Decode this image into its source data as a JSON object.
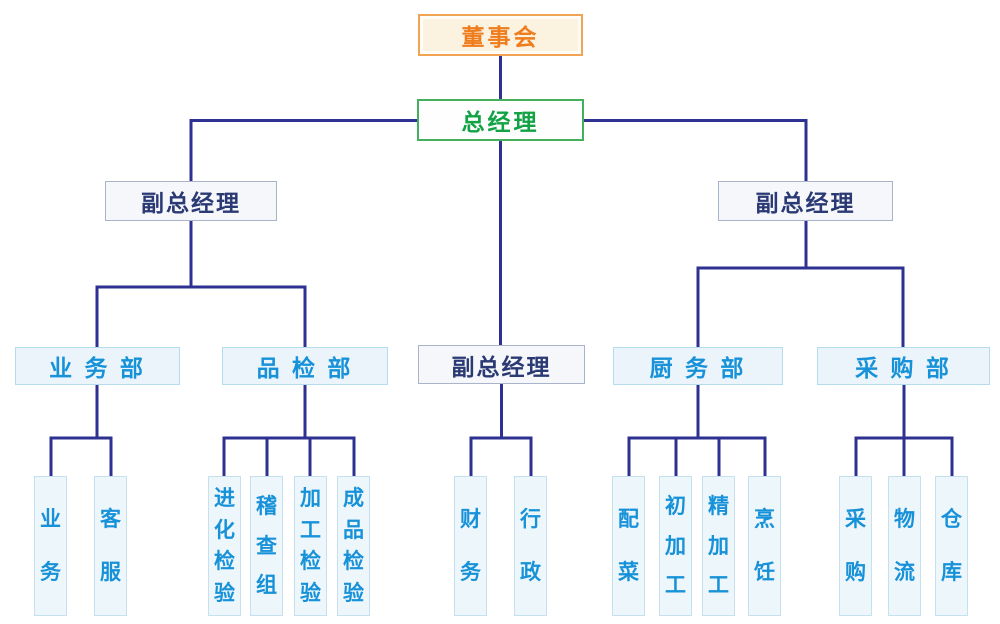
{
  "nodes": {
    "board": {
      "label": "董事会"
    },
    "gm": {
      "label": "总经理"
    },
    "dgm_left": {
      "label": "副总经理"
    },
    "dgm_mid": {
      "label": "副总经理"
    },
    "dgm_right": {
      "label": "副总经理"
    },
    "dept_biz": {
      "label": "业 务 部"
    },
    "dept_qc": {
      "label": "品 检 部"
    },
    "dept_kitchen": {
      "label": "厨 务 部"
    },
    "dept_purch": {
      "label": "采 购 部"
    },
    "leaves": [
      {
        "label": "业务"
      },
      {
        "label": "客服"
      },
      {
        "label": "进化检验"
      },
      {
        "label": "稽查组"
      },
      {
        "label": "加工检验"
      },
      {
        "label": "成品检验"
      },
      {
        "label": "财务"
      },
      {
        "label": "行政"
      },
      {
        "label": "配菜"
      },
      {
        "label": "初加工"
      },
      {
        "label": "精加工"
      },
      {
        "label": "烹饪"
      },
      {
        "label": "采购"
      },
      {
        "label": "物流"
      },
      {
        "label": "仓库"
      }
    ]
  },
  "colors": {
    "connector": "#2E3192",
    "board_text": "#ED7D1D",
    "board_border": "#F0A454",
    "gm_text": "#11A344",
    "gm_border": "#44B05D",
    "dgm_text": "#2B3A74",
    "dept_text": "#1792D9",
    "dept_bg": "#EAF4FA"
  },
  "chart_data": {
    "type": "table",
    "title": "",
    "hierarchy": {
      "董事会": {
        "总经理": {
          "副总经理#left": {
            "业务部": [
              "业务",
              "客服"
            ],
            "品检部": [
              "进化检验",
              "稽查组",
              "加工检验",
              "成品检验"
            ]
          },
          "副总经理#mid": [
            "财务",
            "行政"
          ],
          "副总经理#right": {
            "厨务部": [
              "配菜",
              "初加工",
              "精加工",
              "烹饪"
            ],
            "采购部": [
              "采购",
              "物流",
              "仓库"
            ]
          }
        }
      }
    }
  }
}
